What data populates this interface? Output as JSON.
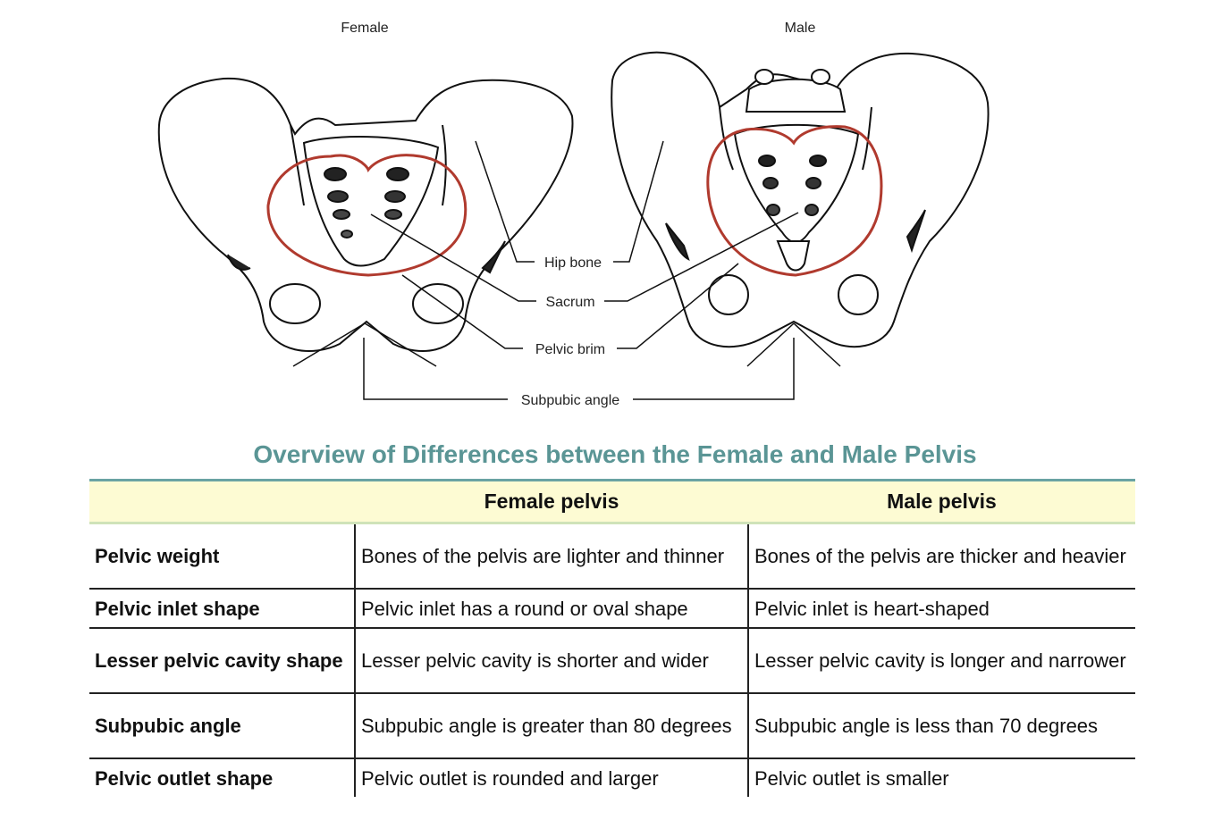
{
  "diagram": {
    "female_label": "Female",
    "male_label": "Male",
    "labels": {
      "hip_bone": "Hip bone",
      "sacrum": "Sacrum",
      "pelvic_brim": "Pelvic brim",
      "subpubic_angle": "Subpubic angle"
    },
    "colors": {
      "brim_outline": "#b03a2e",
      "bone_stroke": "#111111"
    }
  },
  "title": "Overview of Differences between the Female and Male Pelvis",
  "colors": {
    "title": "#5a9595",
    "header_bg": "#fdfbd3",
    "rule": "#6aa3a3"
  },
  "table": {
    "headers": [
      "",
      "Female pelvis",
      "Male pelvis"
    ],
    "rows": [
      {
        "feature": "Pelvic weight",
        "female": "Bones of the pelvis are lighter and thinner",
        "male": "Bones of the pelvis are thicker and heavier"
      },
      {
        "feature": "Pelvic inlet shape",
        "female": "Pelvic inlet has a round or oval shape",
        "male": "Pelvic inlet is heart-shaped"
      },
      {
        "feature": "Lesser pelvic cavity shape",
        "female": "Lesser pelvic cavity is shorter and wider",
        "male": "Lesser pelvic cavity is longer and narrower"
      },
      {
        "feature": "Subpubic angle",
        "female": "Subpubic angle is greater than 80 degrees",
        "male": "Subpubic angle is less than 70 degrees"
      },
      {
        "feature": "Pelvic outlet shape",
        "female": "Pelvic outlet is rounded and larger",
        "male": "Pelvic outlet is smaller"
      }
    ]
  }
}
